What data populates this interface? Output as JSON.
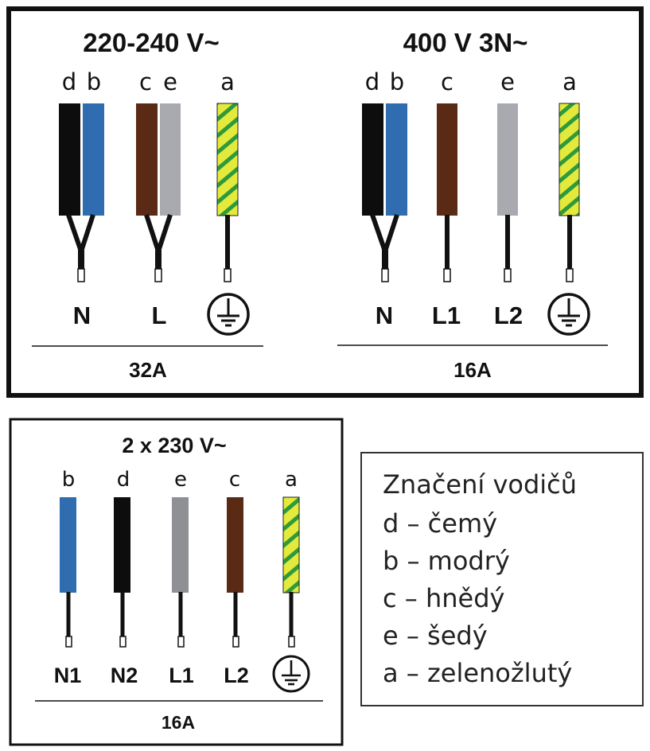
{
  "colors": {
    "black": "#0d0d0d",
    "blue": "#2f6db0",
    "brown": "#5a2a14",
    "grey": "#a8aaaf",
    "grey_dark": "#8e9093",
    "yellow": "#e4ea3c",
    "green": "#2f9a3c",
    "frame": "#111111"
  },
  "panels": {
    "single_phase": {
      "title": "220-240 V~",
      "letters": [
        "d",
        "b",
        "c",
        "e",
        "a"
      ],
      "terminals": [
        "N",
        "L"
      ],
      "current": "32A"
    },
    "three_phase": {
      "title": "400 V 3N~",
      "letters": [
        "d",
        "b",
        "c",
        "e",
        "a"
      ],
      "terminals": [
        "N",
        "L1",
        "L2"
      ],
      "current": "16A"
    },
    "dual_phase": {
      "title": "2 x 230 V~",
      "letters": [
        "b",
        "d",
        "e",
        "c",
        "a"
      ],
      "terminals": [
        "N1",
        "N2",
        "L1",
        "L2"
      ],
      "current": "16A"
    }
  },
  "legend": {
    "title": "Značení vodičů",
    "items": [
      "d – čemý",
      "b – modrý",
      "c – hnědý",
      "e – šedý",
      "a – zelenožlutý"
    ]
  }
}
